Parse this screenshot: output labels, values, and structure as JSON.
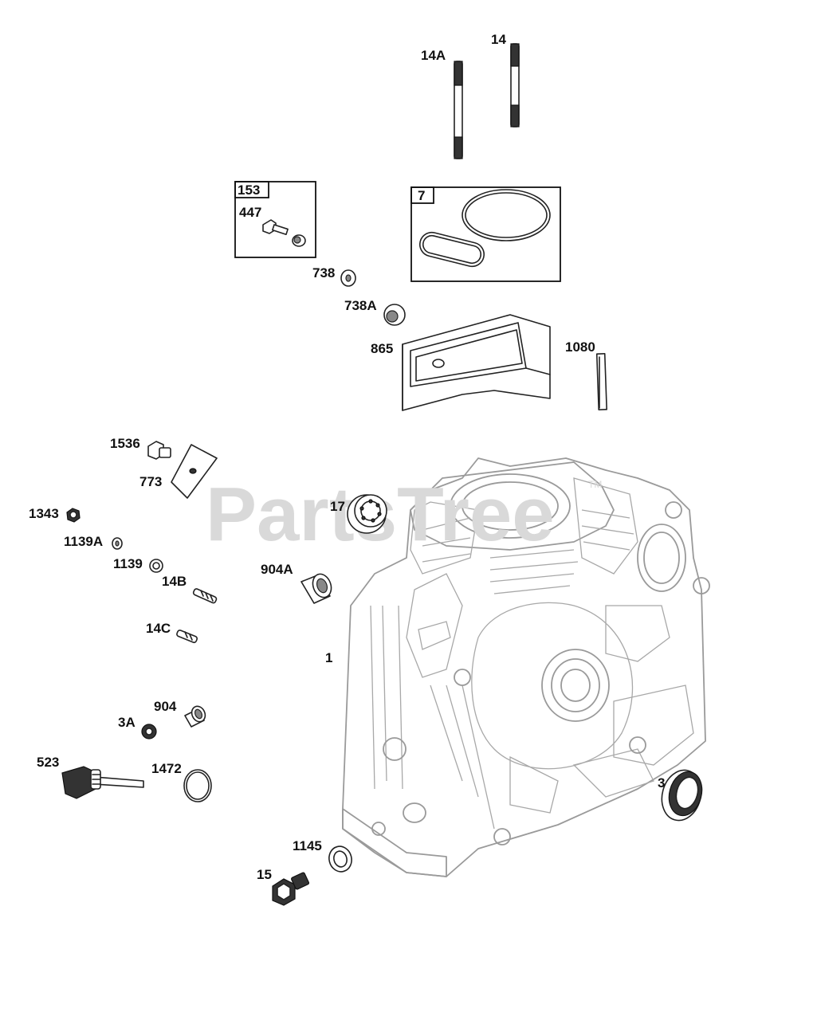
{
  "watermark": {
    "text": "PartsTree",
    "tm": "TM"
  },
  "callouts": {
    "p14A": "14A",
    "p14": "14",
    "p153": "153",
    "p447": "447",
    "p7": "7",
    "p738": "738",
    "p738A": "738A",
    "p865": "865",
    "p1080": "1080",
    "p1536": "1536",
    "p773": "773",
    "p17": "17",
    "p1343": "1343",
    "p1139A": "1139A",
    "p1139": "1139",
    "p904A": "904A",
    "p14B": "14B",
    "p14C": "14C",
    "p1": "1",
    "p904": "904",
    "p3A": "3A",
    "p523": "523",
    "p1472": "1472",
    "p3": "3",
    "p1145": "1145",
    "p15": "15"
  }
}
